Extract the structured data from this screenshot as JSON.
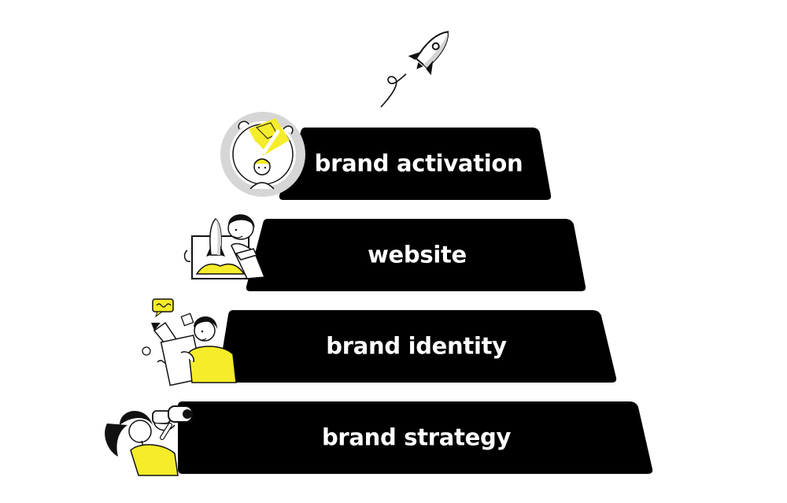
{
  "pyramid": {
    "tiers": [
      {
        "label": "brand activation",
        "illustration": "person-holding-ring-with-checkmark-icon"
      },
      {
        "label": "website",
        "illustration": "person-with-rocket-laptop-icon"
      },
      {
        "label": "brand identity",
        "illustration": "person-with-pencil-and-sketches-icon"
      },
      {
        "label": "brand strategy",
        "illustration": "person-with-binoculars-icon"
      }
    ],
    "top_icon": "rocket-icon"
  },
  "colors": {
    "tier_fill": "#000000",
    "label_text": "#ffffff",
    "accent": "#f5ec2a",
    "line": "#111111",
    "gray": "#d4d4d4"
  }
}
